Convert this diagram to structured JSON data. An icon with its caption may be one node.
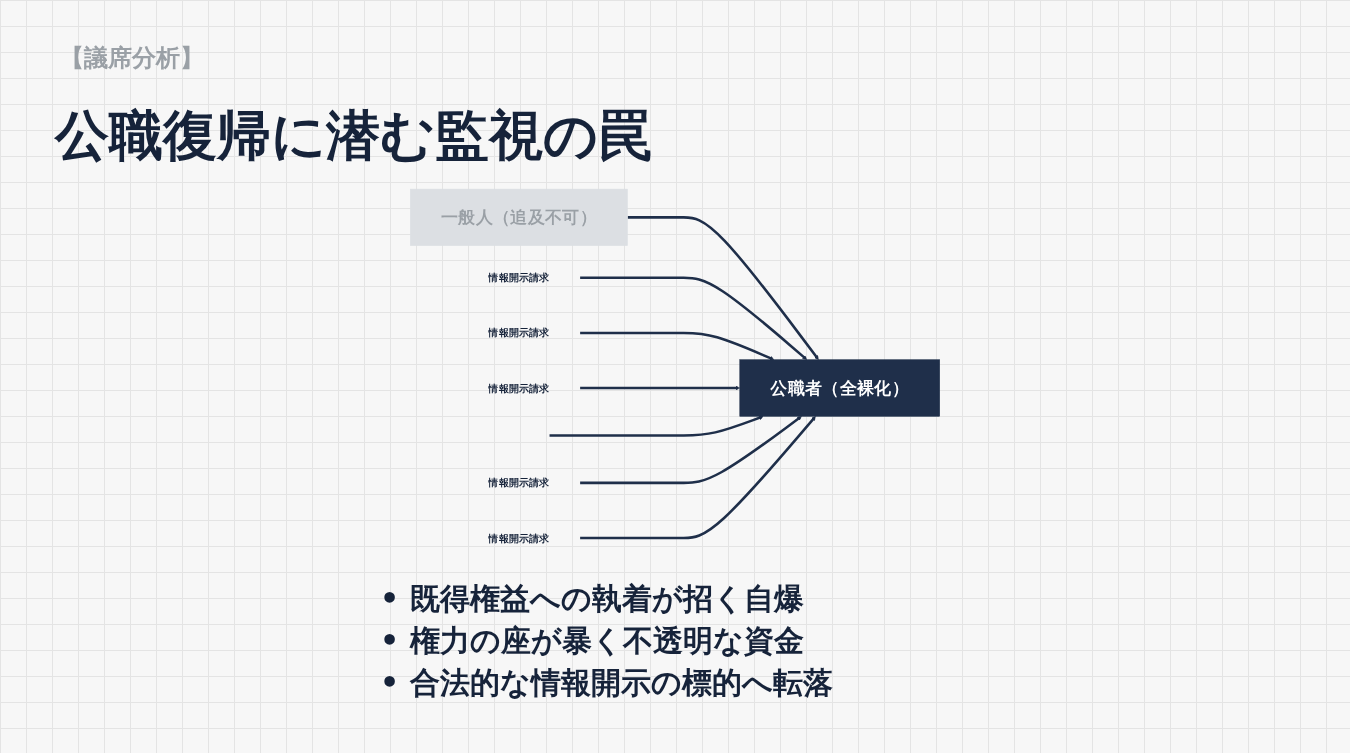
{
  "diagram": {
    "title": "公職復帰に潜む監視の罠",
    "nodes": [
      {
        "text": [
          "一般人（追及不可）"
        ]
      },
      {
        "text": [
          "公職者（全裸化）"
        ]
      },
      {
        "text": [
          "情報開示請求"
        ]
      },
      {
        "text": [
          "情報開示請求"
        ]
      },
      {
        "text": [
          "情報開示請求"
        ]
      },
      {
        "text": [
          "情報開示請求"
        ]
      },
      {
        "text": [
          "情報開示請求"
        ]
      }
    ],
    "edges": [
      {
        "from": 0,
        "to": 1,
        "arrow": "to"
      },
      {
        "from": 2,
        "to": 1,
        "arrow": "to"
      },
      {
        "from": 3,
        "to": 1,
        "arrow": "to"
      },
      {
        "from": 4,
        "to": 1,
        "arrow": "to"
      },
      {
        "from": null,
        "to": 1,
        "arrow": "to"
      },
      {
        "from": 5,
        "to": 1,
        "arrow": "to"
      },
      {
        "from": 6,
        "to": 1,
        "arrow": "to"
      }
    ],
    "labels": [
      "【議席分析】",
      "• 既得権益への執着が招く自爆",
      "• 権力の座が暴く不透明な資金",
      "• 合法的な情報開示の標的へ転落"
    ]
  }
}
